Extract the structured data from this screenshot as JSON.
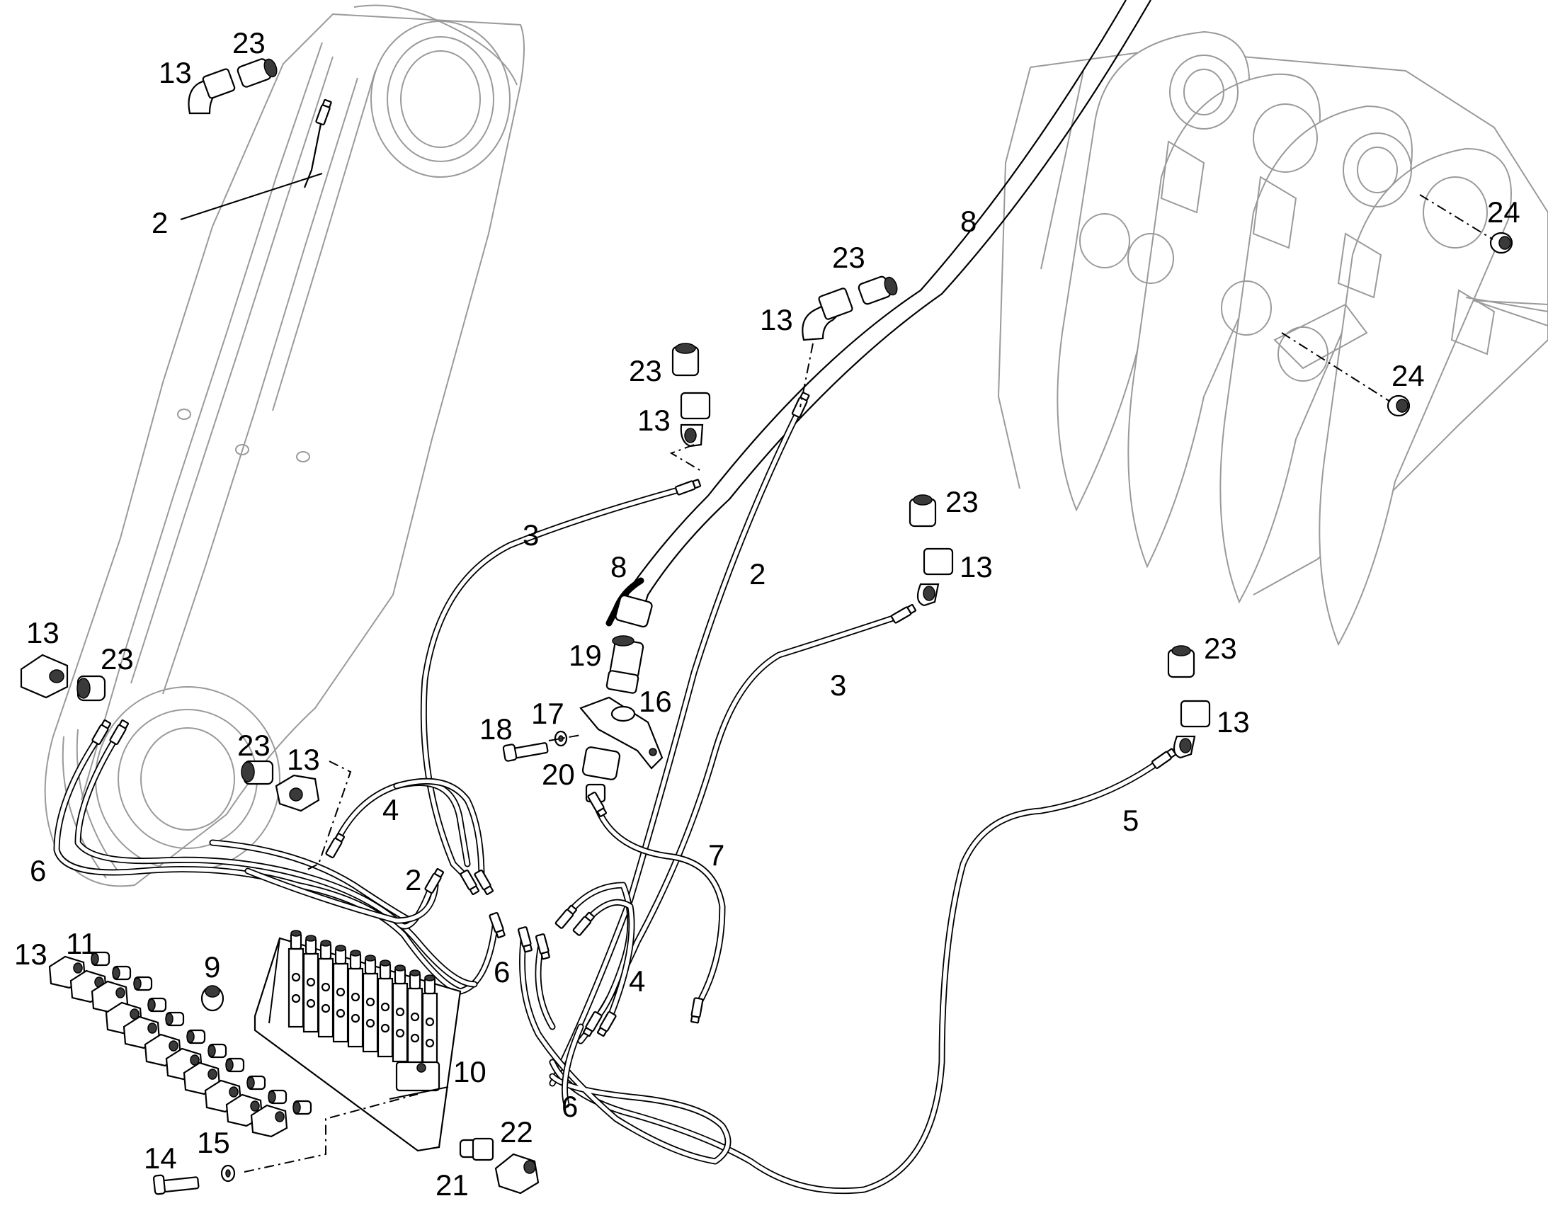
{
  "callouts": [
    {
      "id": "c01",
      "text": "23"
    },
    {
      "id": "c02",
      "text": "13"
    },
    {
      "id": "c03",
      "text": "2"
    },
    {
      "id": "c04",
      "text": "8"
    },
    {
      "id": "c05",
      "text": "23"
    },
    {
      "id": "c06",
      "text": "13"
    },
    {
      "id": "c07",
      "text": "24"
    },
    {
      "id": "c08",
      "text": "24"
    },
    {
      "id": "c09",
      "text": "23"
    },
    {
      "id": "c10",
      "text": "13"
    },
    {
      "id": "c11",
      "text": "3"
    },
    {
      "id": "c12",
      "text": "8"
    },
    {
      "id": "c13",
      "text": "2"
    },
    {
      "id": "c14",
      "text": "23"
    },
    {
      "id": "c15",
      "text": "13"
    },
    {
      "id": "c16",
      "text": "19"
    },
    {
      "id": "c17",
      "text": "3"
    },
    {
      "id": "c18",
      "text": "23"
    },
    {
      "id": "c19",
      "text": "13"
    },
    {
      "id": "c20",
      "text": "13"
    },
    {
      "id": "c21",
      "text": "23"
    },
    {
      "id": "c22",
      "text": "17"
    },
    {
      "id": "c23",
      "text": "16"
    },
    {
      "id": "c24",
      "text": "18"
    },
    {
      "id": "c25",
      "text": "20"
    },
    {
      "id": "c26",
      "text": "23"
    },
    {
      "id": "c27",
      "text": "13"
    },
    {
      "id": "c28",
      "text": "4"
    },
    {
      "id": "c29",
      "text": "5"
    },
    {
      "id": "c30",
      "text": "7"
    },
    {
      "id": "c31",
      "text": "6"
    },
    {
      "id": "c32",
      "text": "2"
    },
    {
      "id": "c33",
      "text": "13"
    },
    {
      "id": "c34",
      "text": "11"
    },
    {
      "id": "c35",
      "text": "9"
    },
    {
      "id": "c36",
      "text": "6"
    },
    {
      "id": "c37",
      "text": "4"
    },
    {
      "id": "c38",
      "text": "10"
    },
    {
      "id": "c39",
      "text": "6"
    },
    {
      "id": "c40",
      "text": "22"
    },
    {
      "id": "c41",
      "text": "14"
    },
    {
      "id": "c42",
      "text": "15"
    },
    {
      "id": "c43",
      "text": "21"
    }
  ]
}
